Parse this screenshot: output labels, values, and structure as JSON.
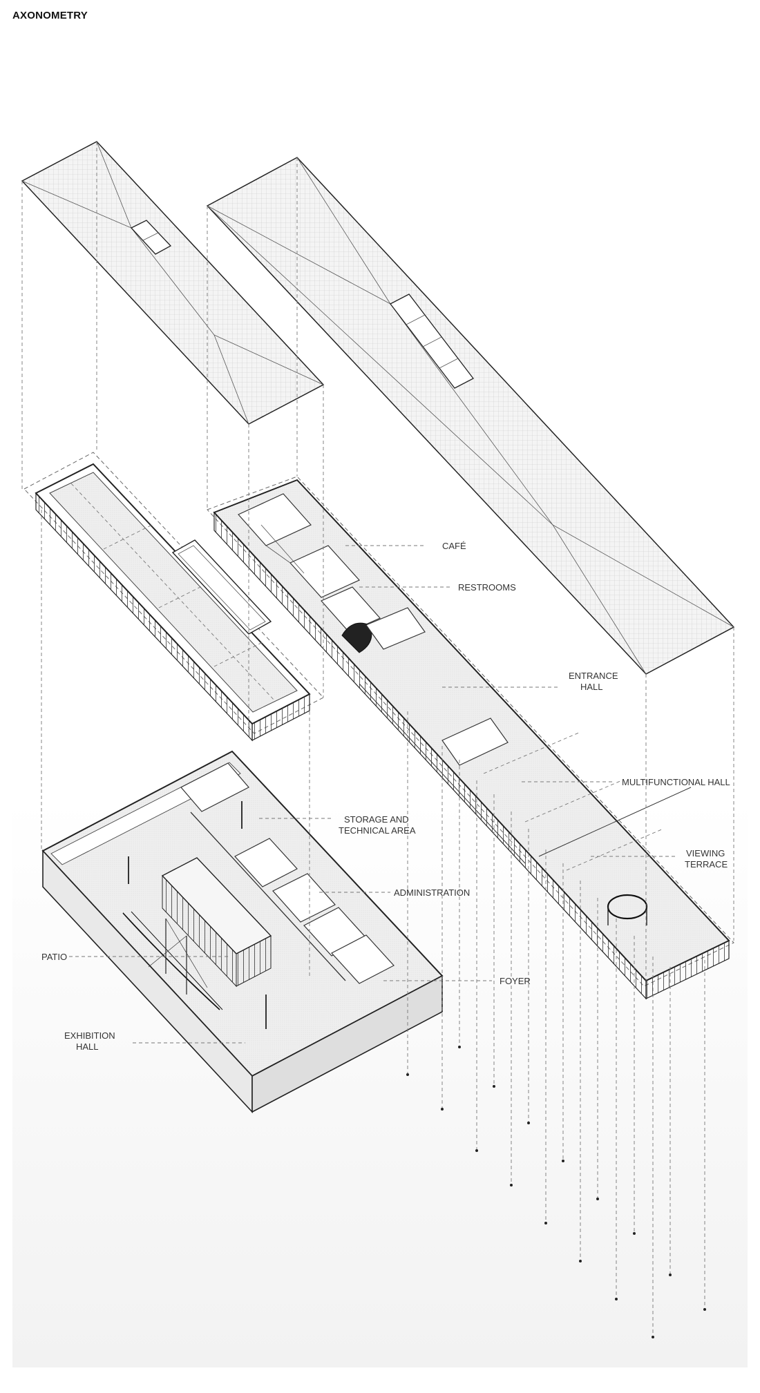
{
  "title": "AXONOMETRY",
  "labels": {
    "cafe": "CAFÉ",
    "restrooms": "RESTROOMS",
    "entrance_1": "ENTRANCE",
    "entrance_2": "HALL",
    "multifunctional": "MULTIFUNCTIONAL HALL",
    "viewing_1": "VIEWING",
    "viewing_2": "TERRACE",
    "storage_1": "STORAGE AND",
    "storage_2": "TECHNICAL AREA",
    "administration": "ADMINISTRATION",
    "patio": "PATIO",
    "foyer": "FOYER",
    "exhibition_1": "EXHIBITION",
    "exhibition_2": "HALL"
  },
  "colors": {
    "ink": "#222222",
    "label": "#333333",
    "ground": "#f2f2f2"
  }
}
